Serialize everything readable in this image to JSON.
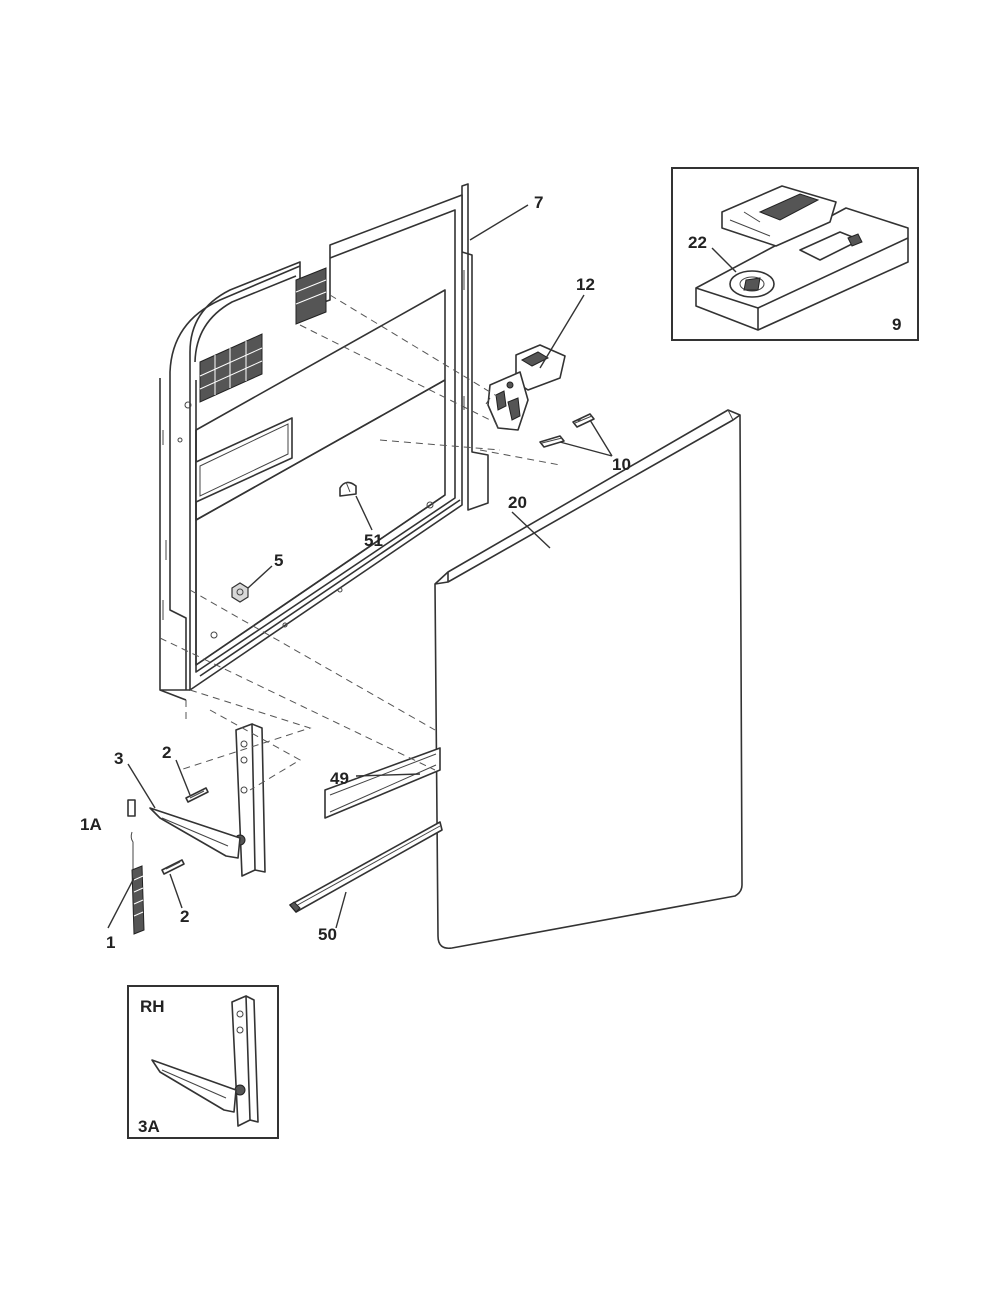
{
  "diagram": {
    "part_labels": {
      "p7": "7",
      "p12": "12",
      "p22": "22",
      "p9": "9",
      "p10": "10",
      "p20": "20",
      "p51": "51",
      "p5": "5",
      "p3": "3",
      "p2a": "2",
      "p2b": "2",
      "p1a": "1A",
      "p1": "1",
      "p49": "49",
      "p50": "50",
      "p3a": "3A"
    },
    "inset_rh_label": "RH"
  }
}
